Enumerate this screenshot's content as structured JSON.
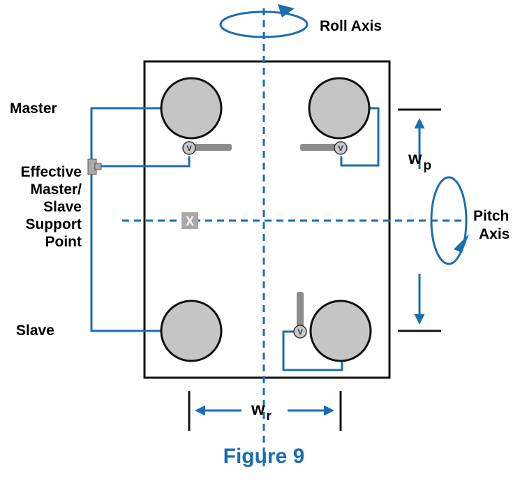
{
  "labels": {
    "roll_axis": "Roll Axis",
    "pitch_axis_line1": "Pitch",
    "pitch_axis_line2": "Axis",
    "master": "Master",
    "slave": "Slave",
    "support_line1": "Effective",
    "support_line2": "Master/",
    "support_line3": "Slave",
    "support_line4": "Support",
    "support_line5": "Point",
    "wp_main": "w",
    "wp_sub": "p",
    "wr_main": "w",
    "wr_sub": "r",
    "support_mark": "X",
    "valve_letter": "V",
    "figure_caption": "Figure 9"
  },
  "colors": {
    "accent_blue": "#1b6db2",
    "wheel_gray": "#c5c5c5",
    "outline_black": "#111111"
  }
}
